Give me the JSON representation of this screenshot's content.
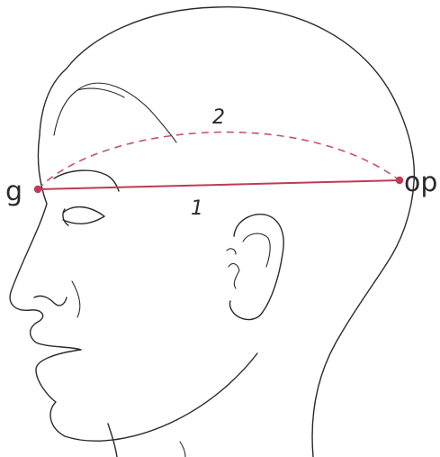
{
  "figure": {
    "landmarks": {
      "front": {
        "label": "g"
      },
      "back": {
        "label": "op"
      }
    },
    "measurements": [
      {
        "number": "1",
        "style": "solid"
      },
      {
        "number": "2",
        "style": "dashed"
      }
    ],
    "colors": {
      "measure": "#c03a55",
      "outline": "#2a2a2a"
    }
  }
}
